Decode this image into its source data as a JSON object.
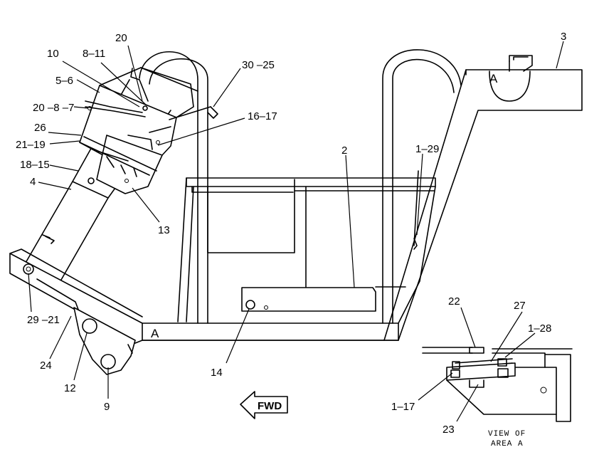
{
  "callouts": {
    "c20_top": "20",
    "c10": "10",
    "c8_11": "8–11",
    "c5_6": "5–6",
    "c20_8_7": "20 –8 –7",
    "c26": "26",
    "c21_19": "21–19",
    "c18_15": "18–15",
    "c4": "4",
    "c13": "13",
    "c30_25": "30 –25",
    "c16_17": "16–17",
    "c3": "3",
    "c2": "2",
    "c1_29": "1–29",
    "c29_21": "29 –21",
    "c24": "24",
    "c12": "12",
    "c9": "9",
    "c14": "14",
    "c22": "22",
    "c27": "27",
    "c1_28": "1–28",
    "c1_17": "1–17",
    "c23": "23"
  },
  "section_tags": {
    "a_left": "A",
    "a_right": "A"
  },
  "fwd_label": "FWD",
  "view_caption": {
    "line1": "VIEW OF",
    "line2": "AREA A"
  }
}
